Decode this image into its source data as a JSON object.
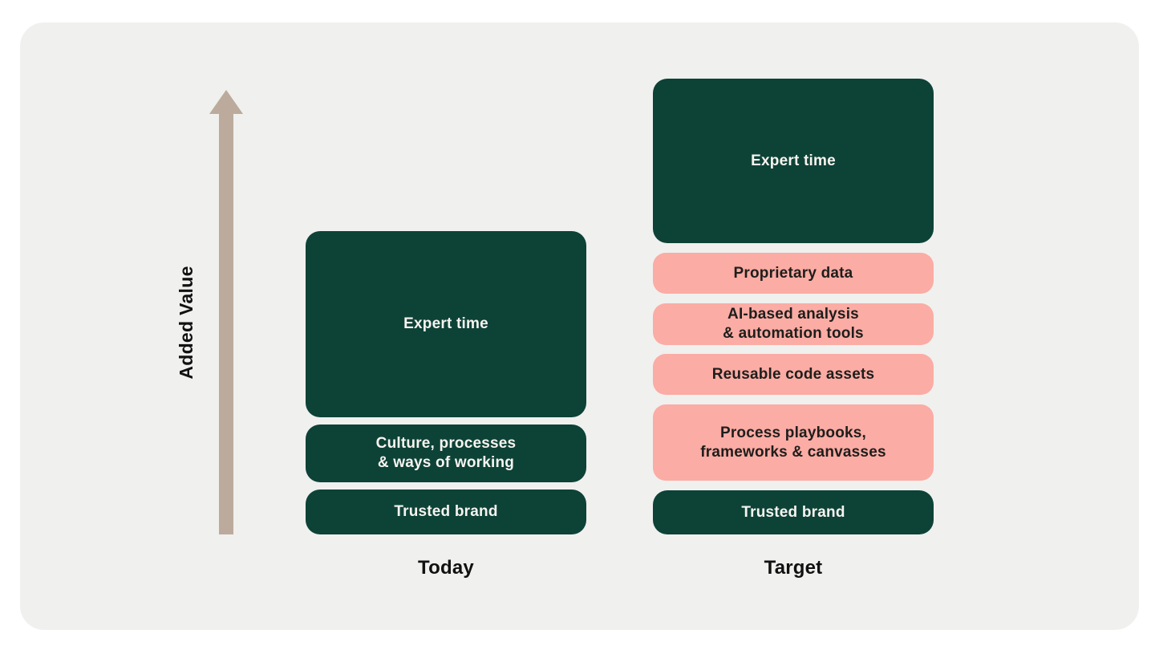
{
  "diagram": {
    "axis": {
      "label": "Added Value"
    },
    "columns": [
      {
        "caption": "Today",
        "blocks": [
          {
            "label": "Expert time",
            "color": "green"
          },
          {
            "label": "Culture, processes\n& ways of working",
            "color": "green"
          },
          {
            "label": "Trusted brand",
            "color": "green"
          }
        ]
      },
      {
        "caption": "Target",
        "blocks": [
          {
            "label": "Expert time",
            "color": "green"
          },
          {
            "label": "Proprietary data",
            "color": "pink"
          },
          {
            "label": "AI-based analysis\n& automation tools",
            "color": "pink"
          },
          {
            "label": "Reusable code assets",
            "color": "pink"
          },
          {
            "label": "Process playbooks,\nframeworks & canvasses",
            "color": "pink"
          },
          {
            "label": "Trusted brand",
            "color": "green"
          }
        ]
      }
    ],
    "colors": {
      "dark_green": "#0d4237",
      "pink": "#fbaca4",
      "arrow_tan": "#bcab9c",
      "card_background": "#f0f0ee",
      "block_text_light": "#f7f4ef",
      "block_text_dark": "#1e1e1c"
    }
  }
}
